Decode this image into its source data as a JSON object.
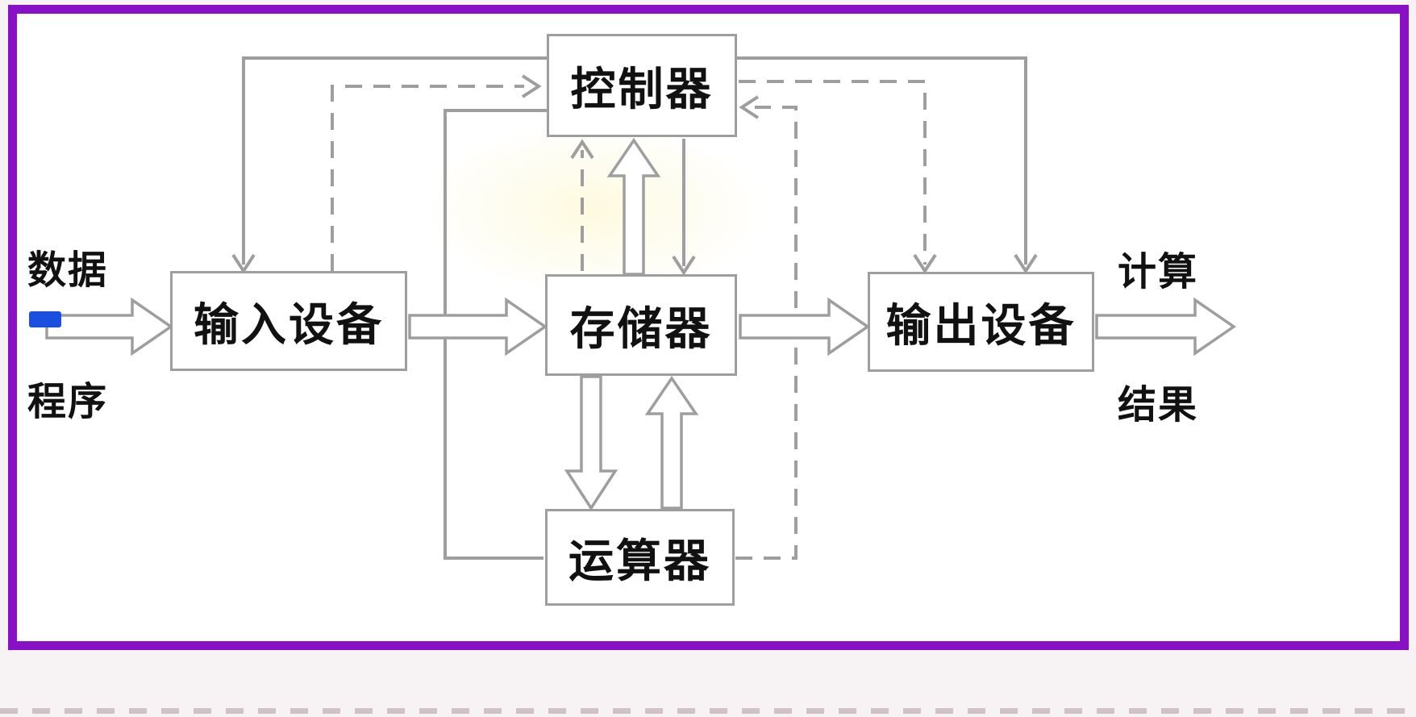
{
  "diagram": {
    "nodes": {
      "controller": {
        "label": "控制器"
      },
      "input": {
        "label": "输入设备"
      },
      "memory": {
        "label": "存储器"
      },
      "output": {
        "label": "输出设备"
      },
      "alu": {
        "label": "运算器"
      }
    },
    "labels": {
      "data_in": "数据",
      "program_in": "程序",
      "compute_out": "计算",
      "result_out": "结果"
    },
    "colors": {
      "frame": "#8a10c8",
      "line": "#9e9e9e",
      "marker": "#1a4fe0",
      "text": "#111111"
    }
  }
}
